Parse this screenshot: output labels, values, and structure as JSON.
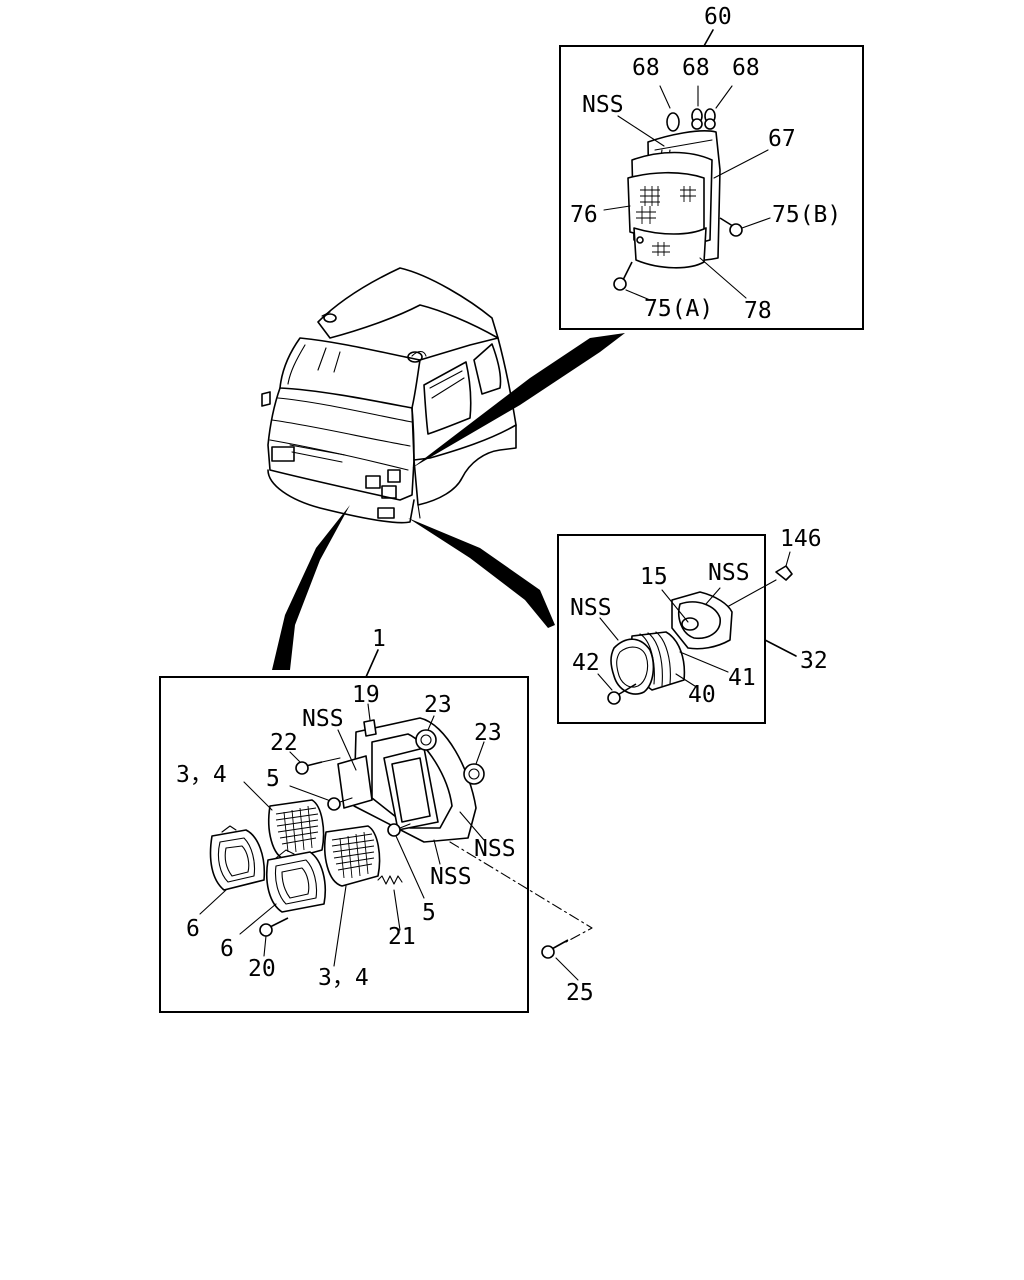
{
  "diagram": {
    "group_60": {
      "ref": "60",
      "labels": {
        "bulb_1": "68",
        "bulb_2": "68",
        "bulb_3": "68",
        "nss": "NSS",
        "housing": "67",
        "lens": "76",
        "screw_b": "75(B)",
        "screw_a": "75(A)",
        "lower_lens": "78"
      }
    },
    "group_32": {
      "ref": "32",
      "labels": {
        "clip": "146",
        "bulb": "15",
        "nss_housing": "NSS",
        "nss_gasket": "NSS",
        "gasket": "41",
        "screw": "42",
        "lens": "40"
      }
    },
    "group_1": {
      "ref": "1",
      "labels": {
        "cap": "19",
        "nss_bracket": "NSS",
        "grommet_1": "23",
        "grommet_2": "23",
        "screw_22": "22",
        "lamp_upper": "3，4",
        "socket_left": "5",
        "nss_right_1": "NSS",
        "nss_right_2": "NSS",
        "bezel_1": "6",
        "bezel_2": "6",
        "screw_20": "20",
        "spring": "21",
        "socket_right": "5",
        "lamp_lower": "3，4"
      }
    },
    "external": {
      "screw_25": "25"
    }
  }
}
